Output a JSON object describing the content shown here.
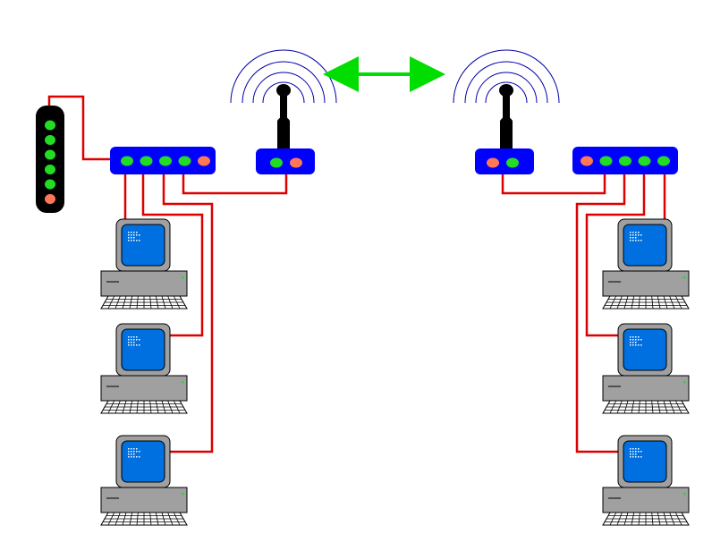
{
  "diagram": {
    "modem": {
      "leds": [
        "green",
        "green",
        "green",
        "green",
        "green",
        "orange"
      ]
    },
    "left_network": {
      "switch": {
        "ports": [
          "green",
          "green",
          "green",
          "green",
          "orange"
        ]
      },
      "access_point": {
        "leds": [
          "green",
          "orange"
        ]
      },
      "computers": 3
    },
    "right_network": {
      "switch": {
        "ports": [
          "orange",
          "green",
          "green",
          "green",
          "green"
        ]
      },
      "access_point": {
        "leds": [
          "orange",
          "green"
        ]
      },
      "computers": 3
    },
    "wireless_link": {
      "style": "double-headed arrow"
    }
  },
  "colors": {
    "device_blue": "#0000ff",
    "screen_blue": "#0070e0",
    "led_green": "#22dd22",
    "led_orange": "#ff7755",
    "cable_red": "#dd0000",
    "arrow_green": "#00dd00",
    "wave_blue": "#0000aa",
    "computer_gray": "#a0a0a0",
    "modem_black": "#000000"
  }
}
